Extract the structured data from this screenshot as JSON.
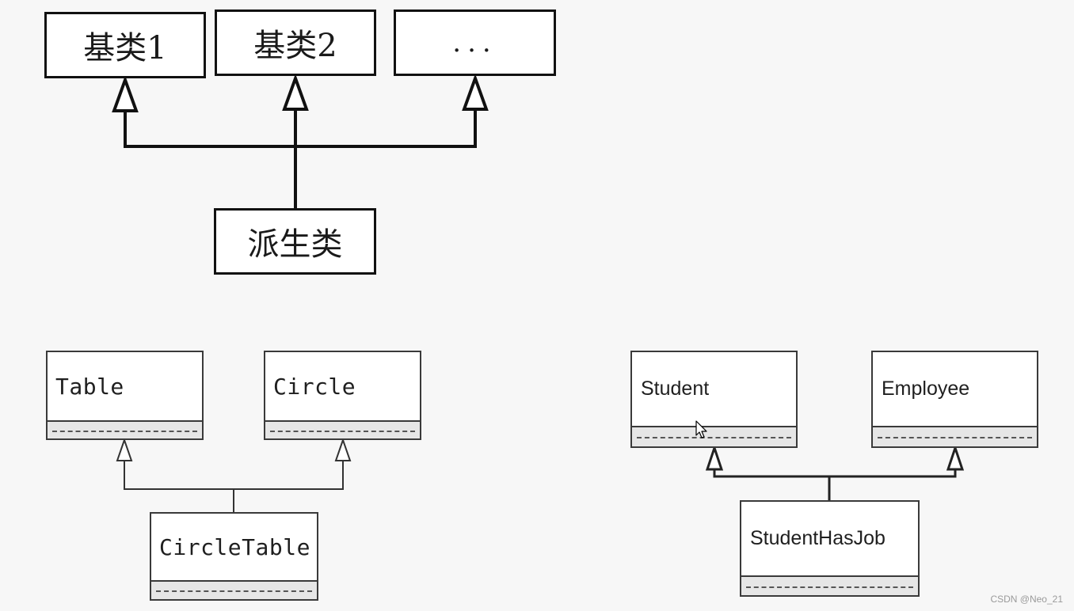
{
  "colors": {
    "background": "#f7f7f7",
    "box_fill": "#ffffff",
    "line": "#111111",
    "compartment_fill": "#e6e6e6"
  },
  "diagram_top": {
    "base1": "基类1",
    "base2": "基类2",
    "base_more": "...",
    "derived": "派生类"
  },
  "diagram_left": {
    "class1": "Table",
    "class2": "Circle",
    "derived": "CircleTable"
  },
  "diagram_right": {
    "class1": "Student",
    "class2": "Employee",
    "derived": "StudentHasJob"
  },
  "watermark": "CSDN @Neo_21"
}
